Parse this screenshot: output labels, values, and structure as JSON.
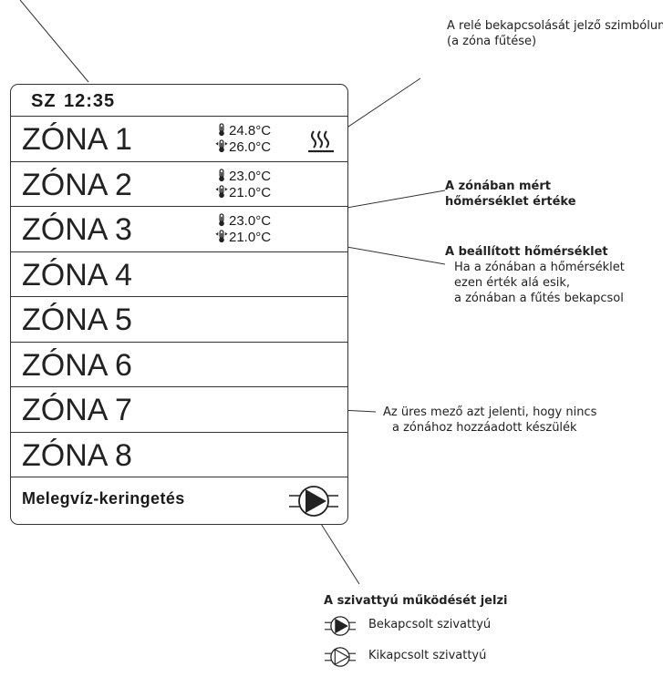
{
  "display": {
    "day": "SZ",
    "time": "12:35",
    "zones": [
      {
        "name": "ZÓNA 1",
        "measured": "24.8°C",
        "setpoint": "26.0°C",
        "heating": true
      },
      {
        "name": "ZÓNA 2",
        "measured": "23.0°C",
        "setpoint": "21.0°C",
        "heating": false
      },
      {
        "name": "ZÓNA 3",
        "measured": "23.0°C",
        "setpoint": "21.0°C",
        "heating": false
      },
      {
        "name": "ZÓNA 4"
      },
      {
        "name": "ZÓNA 5"
      },
      {
        "name": "ZÓNA 6"
      },
      {
        "name": "ZÓNA 7"
      },
      {
        "name": "ZÓNA 8"
      }
    ],
    "footer_label": "Melegvíz-keringetés",
    "pump_state": "on"
  },
  "annotations": {
    "relay": [
      "A relé bekapcsolását jelző szimbólum",
      "(a zóna fűtése)"
    ],
    "measured": [
      "A zónában mért",
      "hőmérséklet értéke"
    ],
    "setpoint_title": "A beállított hőmérséklet",
    "setpoint_lines": [
      "Ha a zónában a hőmérséklet",
      " ezen érték alá esik,",
      "a zónában a fűtés bekapcsol"
    ],
    "empty_zone": [
      "Az üres mező azt jelenti, hogy nincs",
      "a zónához hozzáadott készülék"
    ],
    "pump_title": "A szivattyú működését jelzi",
    "pump_on_label": "Bekapcsolt szivattyú",
    "pump_off_label": "Kikapcsolt szivattyú"
  },
  "icons": {
    "measured_temp": "thermometer-icon",
    "setpoint_temp": "thermometer-setpoint-icon",
    "heating": "heating-waves-icon",
    "pump_on": "pump-on-icon",
    "pump_off": "pump-off-icon"
  },
  "colors": {
    "line": "#333333",
    "text": "#1a1a1a",
    "background": "#ffffff"
  }
}
